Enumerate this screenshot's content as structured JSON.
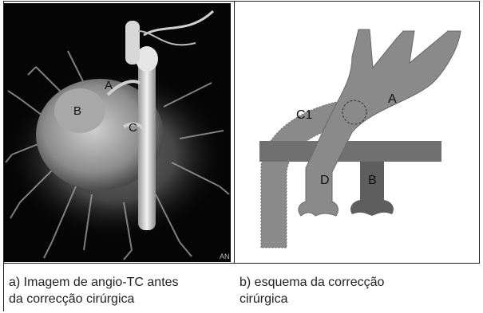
{
  "panel_a": {
    "labels": {
      "a": "A",
      "b": "B",
      "c": "C"
    },
    "watermark": "AN"
  },
  "panel_b": {
    "labels": {
      "a": "A",
      "b": "B",
      "c1": "C1",
      "d": "D"
    }
  },
  "captions": {
    "a_line1": "a) Imagem de angio-TC antes",
    "a_line2": "da correcção cirúrgica",
    "b_line1": "b) esquema da correcção",
    "b_line2": "cirúrgica"
  },
  "colors": {
    "vessel": "#8a8a8a",
    "vessel_dark": "#6a6a6a",
    "bar": "#707070",
    "ct_background": "#050505"
  }
}
